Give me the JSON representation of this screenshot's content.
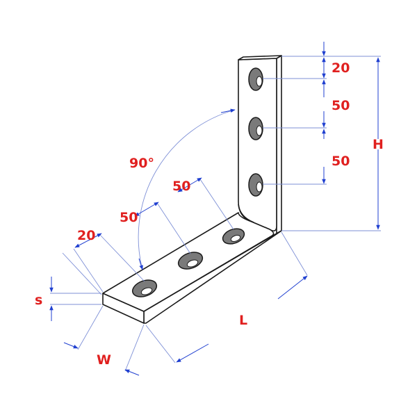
{
  "colors": {
    "label": "#e0201f",
    "dimension": "#1f3fd0",
    "outline": "#1a1a1a",
    "hole": "#7a7a7a",
    "extension": "#7d8fd6"
  },
  "labels": {
    "top_edge": "20",
    "vertical_pitch_1": "50",
    "vertical_pitch_2": "50",
    "height": "H",
    "angle": "90°",
    "horizontal_pitch_1": "50",
    "horizontal_pitch_2": "50",
    "end_edge": "20",
    "thickness": "s",
    "length": "L",
    "width": "W"
  }
}
